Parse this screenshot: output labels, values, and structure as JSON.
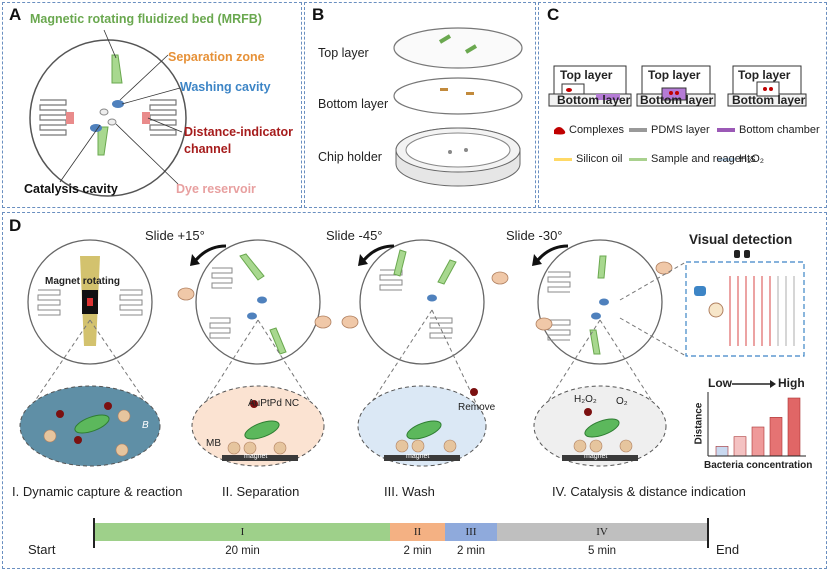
{
  "panels": {
    "a": "A",
    "b": "B",
    "c": "C",
    "d": "D"
  },
  "panel_a": {
    "mrfb": "Magnetic rotating fluidized bed (MRFB)",
    "separation": "Separation zone",
    "washing": "Washing cavity",
    "distance1": "Distance-indicator",
    "distance2": "channel",
    "catalysis": "Catalysis cavity",
    "dye": "Dye reservoir"
  },
  "panel_b": {
    "top": "Top layer",
    "bottom": "Bottom layer",
    "holder": "Chip holder"
  },
  "panel_c": {
    "chips": [
      {
        "top": "Top layer",
        "bottom": "Bottom layer"
      },
      {
        "top": "Top layer",
        "bottom": "Bottom layer"
      },
      {
        "top": "Top layer",
        "bottom": "Bottom layer"
      }
    ],
    "legend": {
      "complexes": "Complexes",
      "pdms": "PDMS layer",
      "bottom_chamber": "Bottom chamber",
      "silicon": "Silicon oil",
      "sample": "Sample and reagents",
      "h2o2": "H₂O₂"
    }
  },
  "panel_d": {
    "magnet_rotating": "Magnet rotating",
    "slide1": "Slide +15°",
    "slide2": "Slide -45°",
    "slide3": "Slide -30°",
    "visual_detection": "Visual detection",
    "aunc": "AuPtPd NC",
    "mb": "MB",
    "magnet": "magnet",
    "remove": "Remove",
    "h2o2": "H₂O₂",
    "o2": "O₂",
    "b_symbol": "B",
    "steps": {
      "s1": "I. Dynamic capture & reaction",
      "s2": "II. Separation",
      "s3": "III. Wash",
      "s4": "IV. Catalysis & distance indication"
    },
    "bar_chart": {
      "low": "Low",
      "high": "High",
      "ylabel": "Distance",
      "xlabel": "Bacteria concentration",
      "values": [
        1,
        2,
        3,
        4,
        6
      ]
    }
  },
  "timeline": {
    "start": "Start",
    "end": "End",
    "segments": [
      {
        "roman": "I",
        "time": "20 min",
        "color": "#9ed08a"
      },
      {
        "roman": "II",
        "time": "2 min",
        "color": "#f4b183"
      },
      {
        "roman": "III",
        "time": "2 min",
        "color": "#8faadc"
      },
      {
        "roman": "IV",
        "time": "5 min",
        "color": "#bfbfbf"
      }
    ]
  }
}
